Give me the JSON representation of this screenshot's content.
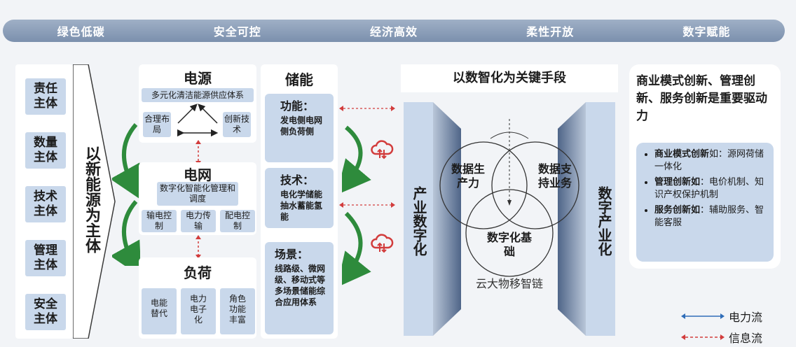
{
  "banner": {
    "items": [
      "绿色低碳",
      "安全可控",
      "经济高效",
      "柔性开放",
      "数字赋能"
    ]
  },
  "left": {
    "subjects": [
      "责任主体",
      "数量主体",
      "技术主体",
      "管理主体",
      "安全主体"
    ],
    "core": "以新能源为主体"
  },
  "power_source": {
    "title": "电源",
    "subtitle": "多元化清洁能源供应体系",
    "left_item": "合理布局",
    "right_item": "创新技术"
  },
  "grid": {
    "title": "电网",
    "subtitle": "数字化智能化管理和调度",
    "items": [
      "输电控制",
      "电力传输",
      "配电控制"
    ]
  },
  "load": {
    "title": "负荷",
    "items": [
      "电能替代",
      "电力电子化",
      "角色功能丰富"
    ]
  },
  "storage": {
    "title": "储能",
    "function": {
      "label": "功能：",
      "text": "发电侧电网侧负荷侧"
    },
    "technology": {
      "label": "技术：",
      "text": "电化学储能抽水蓄能氢能"
    },
    "scene": {
      "label": "场景：",
      "text": "线路级、微网级、移动式等多场景储能综合应用体系"
    }
  },
  "digital": {
    "title": "以数智化为关键手段",
    "left_vertical": "产业数字化",
    "right_vertical": "数字产业化",
    "circle_a": "数据生产力",
    "circle_b": "数据支持业务",
    "circle_c": "数字化基础",
    "base": "云大物移智链"
  },
  "right": {
    "title": "商业模式创新、管理创新、服务创新是重要驱动力",
    "items": [
      {
        "bold": "商业模式创新",
        "rest": "如：源网荷储一体化"
      },
      {
        "bold": "管理创新如",
        "rest": "：电价机制、知识产权保护机制"
      },
      {
        "bold": "服务创新如",
        "rest": "：辅助服务、智能客服"
      }
    ]
  },
  "legend": {
    "power_flow": "电力流",
    "info_flow": "信息流"
  },
  "colors": {
    "accent_blue": "#2f6db8",
    "info_red": "#d23c3c",
    "panel_blue": "#c9d8eb",
    "arrow_green": "#2e8b3c"
  }
}
